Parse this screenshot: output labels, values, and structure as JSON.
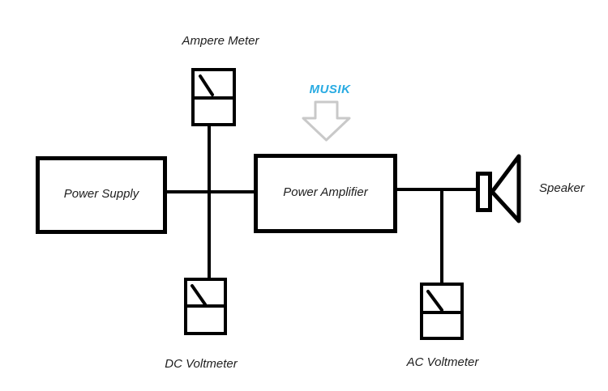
{
  "blocks": {
    "power_supply": {
      "label": "Power Supply"
    },
    "power_amplifier": {
      "label": "Power Amplifier"
    }
  },
  "meters": {
    "ampere_meter": {
      "label": "Ampere Meter"
    },
    "dc_voltmeter": {
      "label": "DC Voltmeter"
    },
    "ac_voltmeter": {
      "label": "AC Voltmeter"
    }
  },
  "speaker": {
    "label": "Speaker"
  },
  "signal": {
    "label": "MUSIK"
  },
  "colors": {
    "line": "#000000",
    "musik_text": "#29ABE2",
    "arrow_outline": "#C9C9C9",
    "background": "#FFFFFF"
  }
}
